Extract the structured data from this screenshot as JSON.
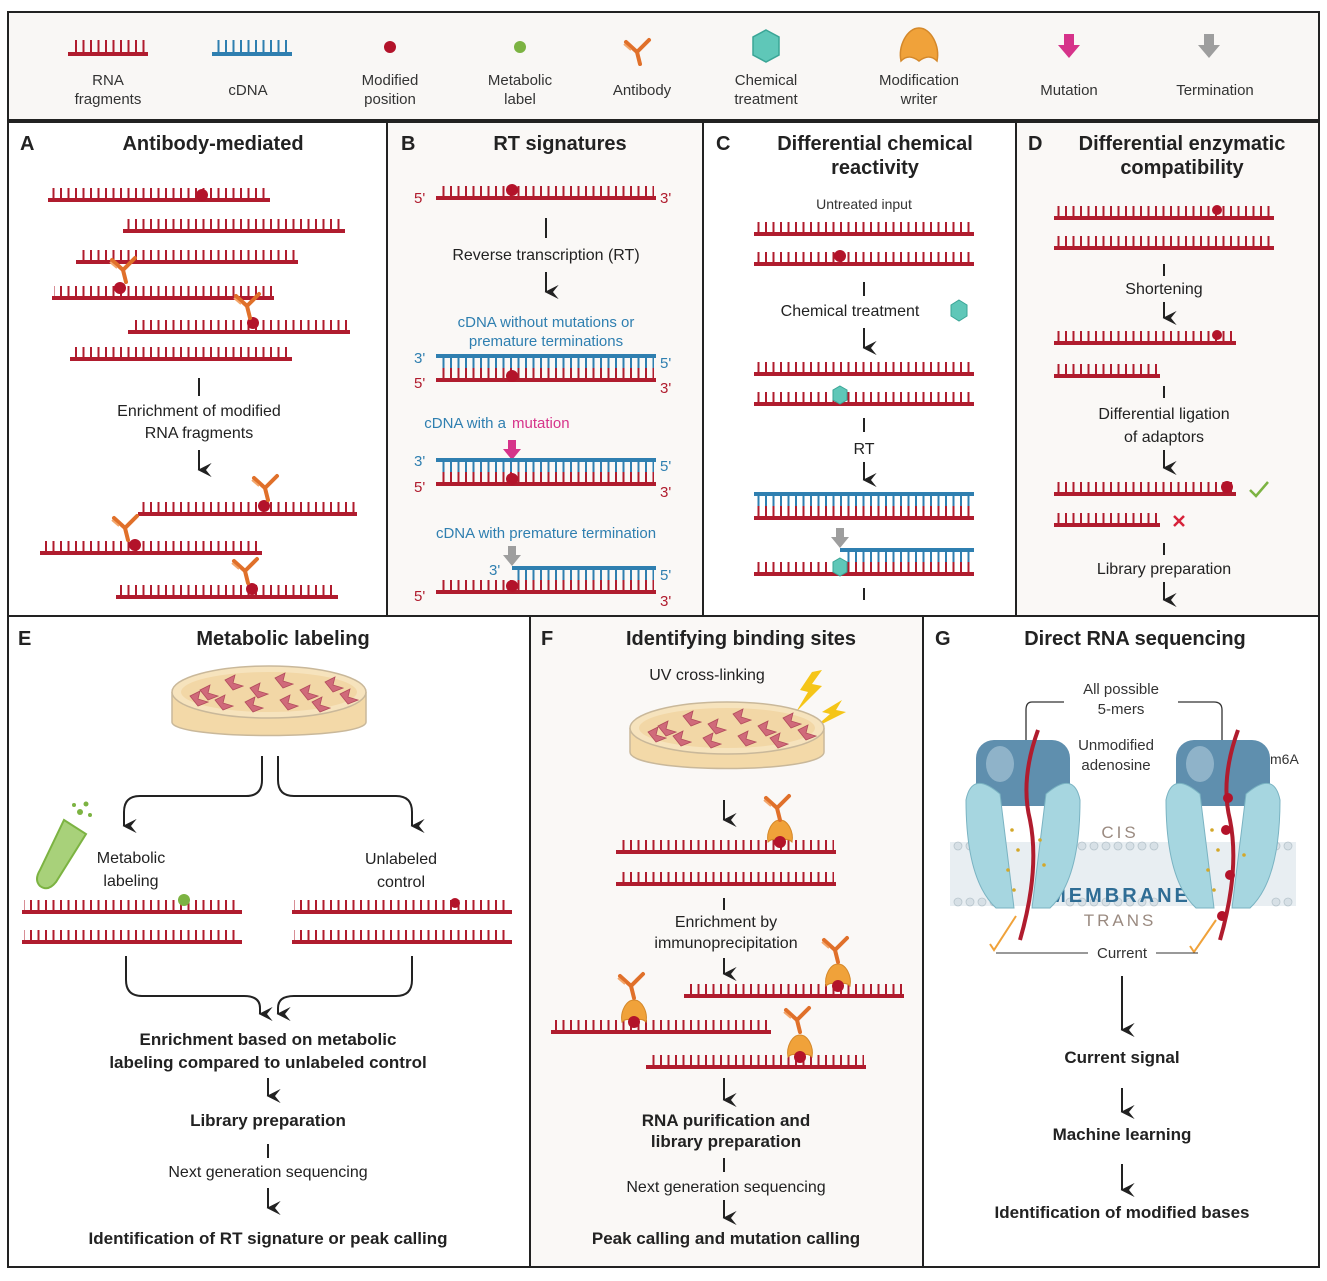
{
  "legend": {
    "rna": [
      "RNA",
      "fragments"
    ],
    "cdna": "cDNA",
    "modified": [
      "Modified",
      "position"
    ],
    "metabolic": [
      "Metabolic",
      "label"
    ],
    "antibody": "Antibody",
    "chemical": [
      "Chemical",
      "treatment"
    ],
    "writer": [
      "Modification",
      "writer"
    ],
    "mutation": "Mutation",
    "termination": "Termination"
  },
  "panels": {
    "A": {
      "letter": "A",
      "title": "Antibody-mediated",
      "step1": [
        "Enrichment of modified",
        "RNA fragments"
      ]
    },
    "B": {
      "letter": "B",
      "title": "RT signatures",
      "five": "5'",
      "three": "3'",
      "rt": "Reverse transcription (RT)",
      "no_mut": [
        "cDNA without mutations or",
        "premature terminations"
      ],
      "mut_prefix": "cDNA with a",
      "mut_word": "mutation",
      "term": "cDNA with premature termination"
    },
    "C": {
      "letter": "C",
      "title": [
        "Differential chemical",
        "reactivity"
      ],
      "untreated": "Untreated input",
      "chem": "Chemical treatment",
      "rt": "RT"
    },
    "D": {
      "letter": "D",
      "title": [
        "Differential enzymatic",
        "compatibility"
      ],
      "shortening": "Shortening",
      "ligation": [
        "Differential ligation",
        "of adaptors"
      ],
      "lib": "Library preparation"
    },
    "E": {
      "letter": "E",
      "title": "Metabolic labeling",
      "labeling": [
        "Metabolic",
        "labeling"
      ],
      "control": [
        "Unlabeled",
        "control"
      ],
      "enrich": [
        "Enrichment based on metabolic",
        "labeling compared to unlabeled control"
      ],
      "lib": "Library preparation",
      "ngs": "Next generation sequencing",
      "ident": "Identification of RT signature or peak calling"
    },
    "F": {
      "letter": "F",
      "title": "Identifying binding sites",
      "uv": "UV cross-linking",
      "enrich": [
        "Enrichment by",
        "immunoprecipitation"
      ],
      "purif": [
        "RNA purification and",
        "library preparation"
      ],
      "ngs": "Next generation sequencing",
      "peak": "Peak calling and mutation calling"
    },
    "G": {
      "letter": "G",
      "title": "Direct RNA sequencing",
      "kmers": [
        "All possible",
        "5-mers"
      ],
      "unmod": [
        "Unmodified",
        "adenosine"
      ],
      "m6a": "m6A",
      "cis": "CIS",
      "membrane": "MEMBRANE",
      "trans": "TRANS",
      "current": "Current",
      "signal": "Current signal",
      "ml": "Machine learning",
      "ident": "Identification of modified bases"
    }
  },
  "colors": {
    "rna": "#b01c2e",
    "cdna": "#2f7fb0",
    "mark": "#b3132a",
    "metabolic": "#7cb342",
    "antibody": "#e0702a",
    "chemical": "#5fc7b8",
    "writer": "#f0a23a",
    "mutation": "#d6338a",
    "termination": "#9e9e9e",
    "border": "#222222",
    "panel_bg": "#faf8f6"
  }
}
